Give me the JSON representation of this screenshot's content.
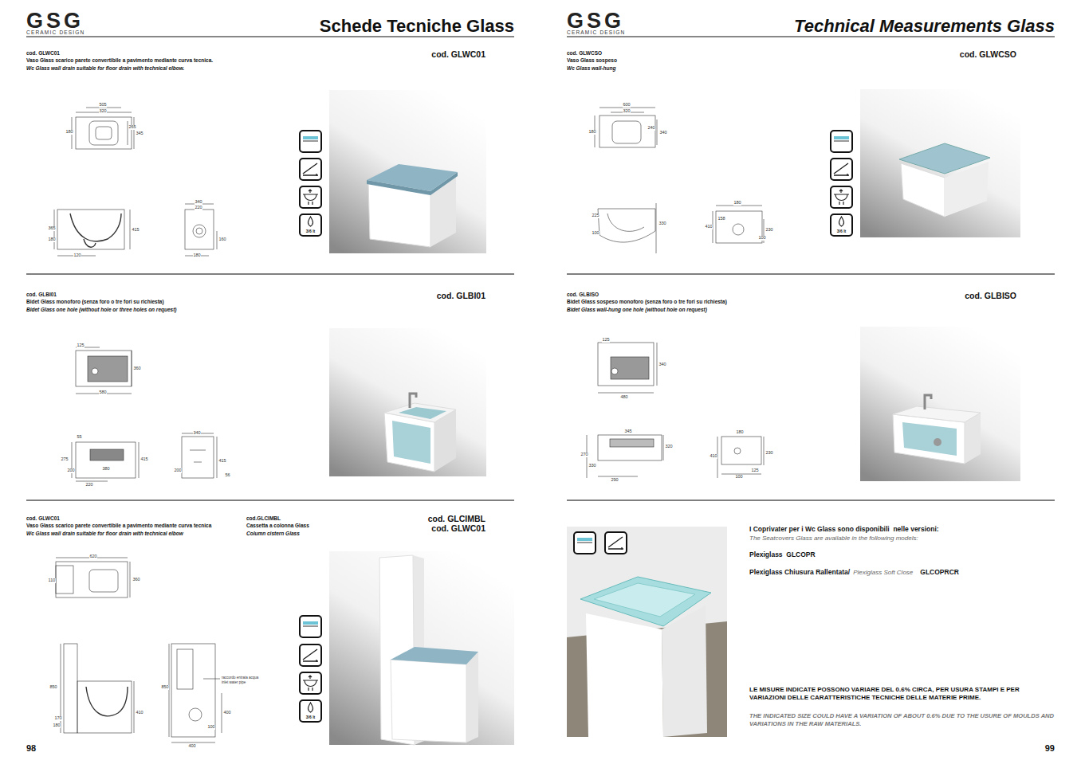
{
  "diagram": {
    "title": "Schede Tecniche Glass",
    "labels": [
      "GSG",
      "CERAMIC DESIGN",
      "GSG",
      "CERAMIC DESIGN",
      "Technical Measurements Glass",
      "cod. GLWC01",
      "Vaso Glass scarico parete convertibile a pavimento mediante curva tecnica.",
      "Wc Glass wall drain suitable for floor drain with technical elbow.",
      "cod. GLWC01",
      "cod. GLBI01",
      "Bidet Glass monoforo (senza foro o tre fori su richiesta)",
      "Bidet Glass one hole (without hole or three holes on request)",
      "cod. GLBI01",
      "cod. GLWC01",
      "Vaso Glass scarico parete convertibile a pavimento mediante curva tecnica",
      "Wc Glass wall drain suitable for floor drain with technical elbow",
      "cod.GLCIMBL",
      "Cassetta a colonna Glass",
      "Column cistern Glass",
      "cod. GLCIMBL",
      "cod. GLWC01",
      "cod. GLWCSO",
      "Vaso Glass sospeso",
      "Wc Glass wall-hung",
      "cod. GLWCSO",
      "cod. GLBISO",
      "Bidet Glass sospeso monoforo (senza foro o tre fori su richiesta)",
      "Bidet Glass wall-hung one hole (without hole on request)",
      "cod. GLBISO",
      "I Coprivater per i Wc Glass sono disponibili  nelle versioni:",
      "The Seatcovers Glass are available in the following models:",
      "Plexiglass  GLCOPR",
      "Plexiglass Chiusura Rallentata/",
      "Plexiglass Soft Close",
      "GLCOPRCR",
      "LE MISURE INDICATE POSSONO  VARIARE DEL 0.6% CIRCA, PER USURA STAMPI E PER  VARIAZIONI DELLE CARATTERISTICHE TECNICHE DELLE MATERIE PRIME.",
      "THE INDICATED SIZE COULD HAVE A VARIATION OF ABOUT 0.6% DUE TO THE USURE OF MOULDS AND VARIATIONS IN THE RAW MATERIALS.",
      "98",
      "99",
      "3/6 lt",
      "3/6 lt",
      "3/6 lt",
      "505",
      "320",
      "265",
      "345",
      "180",
      "365",
      "180",
      "415",
      "120",
      "340",
      "220",
      "160",
      "180",
      "125",
      "360",
      "580",
      "55",
      "275",
      "200",
      "415",
      "380",
      "220",
      "340",
      "415",
      "200",
      "56",
      "620",
      "360",
      "110",
      "850",
      "410",
      "170",
      "180",
      "850",
      "400",
      "100",
      "400",
      "raccordo entrata acqua",
      "inlet water pipe",
      "600",
      "320",
      "180",
      "240",
      "340",
      "225",
      "100",
      "330",
      "180",
      "158",
      "410",
      "100",
      "230",
      "125",
      "340",
      "480",
      "345",
      "320",
      "270",
      "330",
      "290",
      "180",
      "410",
      "230",
      "100",
      "125"
    ]
  }
}
